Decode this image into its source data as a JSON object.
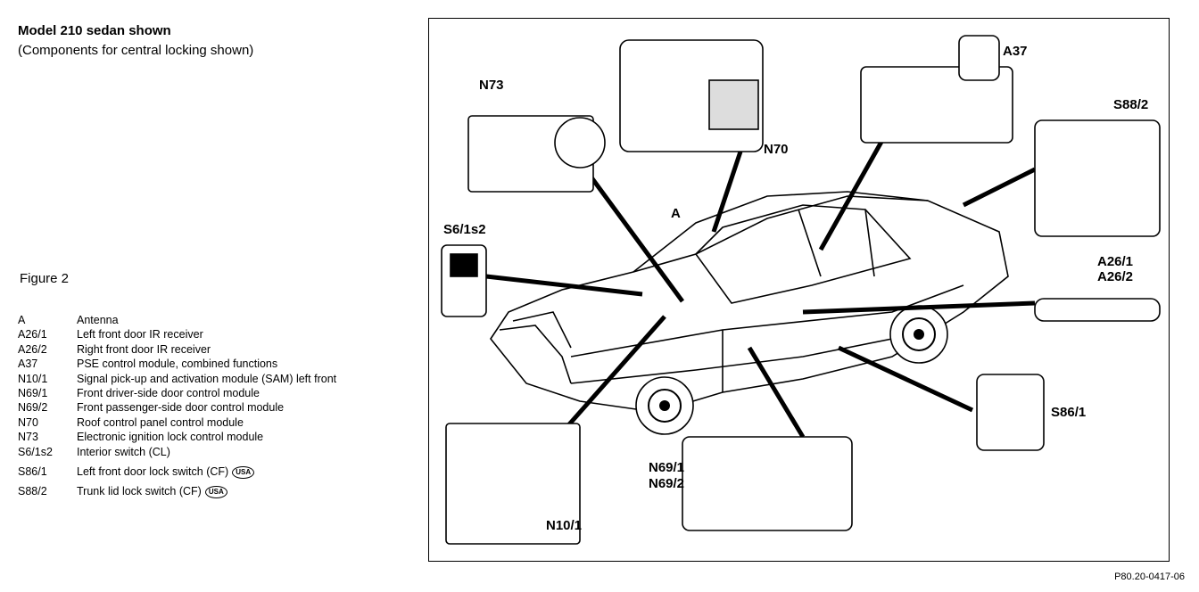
{
  "header": {
    "title": "Model 210 sedan shown",
    "subtitle": "(Components for central locking shown)"
  },
  "figure_label": "Figure 2",
  "legend": [
    {
      "code": "A",
      "desc": "Antenna"
    },
    {
      "code": "A26/1",
      "desc": "Left front door IR receiver"
    },
    {
      "code": "A26/2",
      "desc": "Right front door IR receiver"
    },
    {
      "code": "A37",
      "desc": "PSE control module, combined functions"
    },
    {
      "code": "N10/1",
      "desc": "Signal pick-up and activation module (SAM) left front"
    },
    {
      "code": "N69/1",
      "desc": "Front driver-side door control module"
    },
    {
      "code": "N69/2",
      "desc": "Front passenger-side door control module"
    },
    {
      "code": "N70",
      "desc": "Roof control panel control module"
    },
    {
      "code": "N73",
      "desc": "Electronic ignition lock control module"
    },
    {
      "code": "S6/1s2",
      "desc": "Interior switch (CL)"
    },
    {
      "code": "S86/1",
      "desc": "Left front door lock switch (CF)"
    },
    {
      "code": "S88/2",
      "desc": "Trunk lid lock switch (CF)"
    }
  ],
  "usa_badge": "USA",
  "callouts": {
    "n73": "N73",
    "n70": "N70",
    "a37": "A37",
    "s88_2": "S88/2",
    "s6_1s2": "S6/1s2",
    "a": "A",
    "a26_1": "A26/1",
    "a26_2": "A26/2",
    "s86_1": "S86/1",
    "n69_1": "N69/1",
    "n69_2": "N69/2",
    "n10_1": "N10/1"
  },
  "reference": "P80.20-0417-06"
}
